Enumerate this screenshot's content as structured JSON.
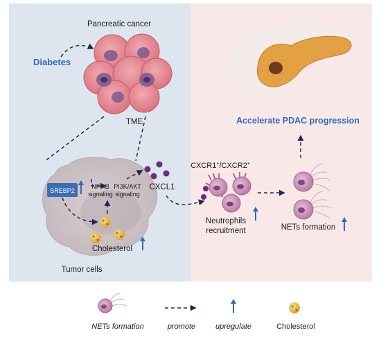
{
  "labels": {
    "pancreatic_cancer": "Pancreatic cancer",
    "diabetes": "Diabetes",
    "tme": "TME",
    "accelerate": "Accelerate PDAC progression",
    "srebp2": "SREBP2",
    "nfkb_line1": "NF-κB",
    "nfkb_line2": "signaling",
    "pi3k_line1": "PI3K/AKT",
    "pi3k_line2": "signaling",
    "cxcl1": "CXCL1",
    "cxcr_text": "CXCR1",
    "cxcr_sup1": "+",
    "cxcr_slash": "/CXCR2",
    "cxcr_sup2": "+",
    "neutrophils_line1": "Neutrophils",
    "neutrophils_line2": "recruitment",
    "nets_formation": "NETs formation",
    "cholesterol": "Cholesterol",
    "tumor_cells": "Tumor cells"
  },
  "legend": {
    "nets": "NETs formation",
    "promote": "promote",
    "upregulate": "upregulate",
    "cholesterol": "Cholesterol"
  },
  "colors": {
    "left_panel": "#dde6ef",
    "right_panel": "#f8e9e8",
    "accent_blue": "#2f6db3",
    "arrow_navy": "#1e2a4a",
    "cxcl1_purple": "#6d2b78",
    "cancer_cell": "#e68a94",
    "tumor_cell": "#cfc5c8",
    "neutrophil": "#cf97bf",
    "cholesterol": "#e7b94a",
    "pancreas": "#e3a045"
  }
}
